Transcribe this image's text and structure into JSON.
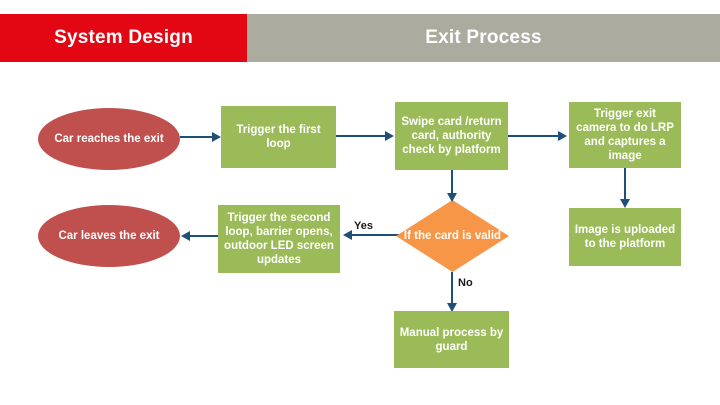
{
  "header": {
    "left_title": "System Design",
    "right_title": "Exit Process",
    "red_color": "#E30613",
    "gray_color": "#ABABA0"
  },
  "palette": {
    "oval_red": "#C0504D",
    "process_green": "#9BBB59",
    "decision_orange": "#F79646",
    "connector_blue": "#1F4E79",
    "text_white": "#FFFFFF"
  },
  "flowchart": {
    "type": "flowchart",
    "nodes": [
      {
        "id": "car_reaches",
        "shape": "oval",
        "label": "Car reaches the exit"
      },
      {
        "id": "first_loop",
        "shape": "rect",
        "label": "Trigger the first loop"
      },
      {
        "id": "swipe_card",
        "shape": "rect",
        "label": "Swipe card /return card, authority check by platform"
      },
      {
        "id": "exit_camera",
        "shape": "rect",
        "label": "Trigger exit camera to do LRP and captures a image"
      },
      {
        "id": "card_valid",
        "shape": "diamond",
        "label": "If the card is valid"
      },
      {
        "id": "image_uploaded",
        "shape": "rect",
        "label": "Image is uploaded to the platform"
      },
      {
        "id": "second_loop",
        "shape": "rect",
        "label": "Trigger the second loop, barrier opens, outdoor LED screen updates"
      },
      {
        "id": "car_leaves",
        "shape": "oval",
        "label": "Car leaves the exit"
      },
      {
        "id": "manual_process",
        "shape": "rect",
        "label": "Manual process by guard"
      }
    ],
    "edges": [
      {
        "from": "car_reaches",
        "to": "first_loop",
        "label": ""
      },
      {
        "from": "first_loop",
        "to": "swipe_card",
        "label": ""
      },
      {
        "from": "swipe_card",
        "to": "exit_camera",
        "label": ""
      },
      {
        "from": "swipe_card",
        "to": "card_valid",
        "label": ""
      },
      {
        "from": "exit_camera",
        "to": "image_uploaded",
        "label": ""
      },
      {
        "from": "card_valid",
        "to": "second_loop",
        "label": "Yes"
      },
      {
        "from": "card_valid",
        "to": "manual_process",
        "label": "No"
      },
      {
        "from": "second_loop",
        "to": "car_leaves",
        "label": ""
      }
    ],
    "edge_labels": {
      "yes": "Yes",
      "no": "No"
    }
  }
}
